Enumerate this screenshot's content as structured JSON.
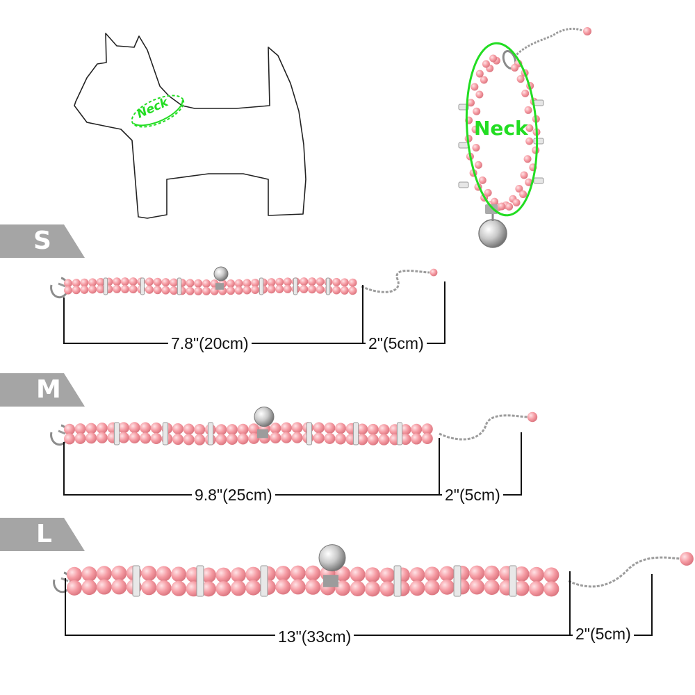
{
  "diagram": {
    "dog_label": "Neck",
    "collar_label": "Neck",
    "accent_color": "#22dd22",
    "bead_color": "#f5a3a8",
    "tab_color": "#a5a5a5"
  },
  "sizes": [
    {
      "letter": "S",
      "main_length": "7.8\"(20cm)",
      "extender_length": "2\"(5cm)"
    },
    {
      "letter": "M",
      "main_length": "9.8\"(25cm)",
      "extender_length": "2\"(5cm)"
    },
    {
      "letter": "L",
      "main_length": "13\"(33cm)",
      "extender_length": "2\"(5cm)"
    }
  ]
}
